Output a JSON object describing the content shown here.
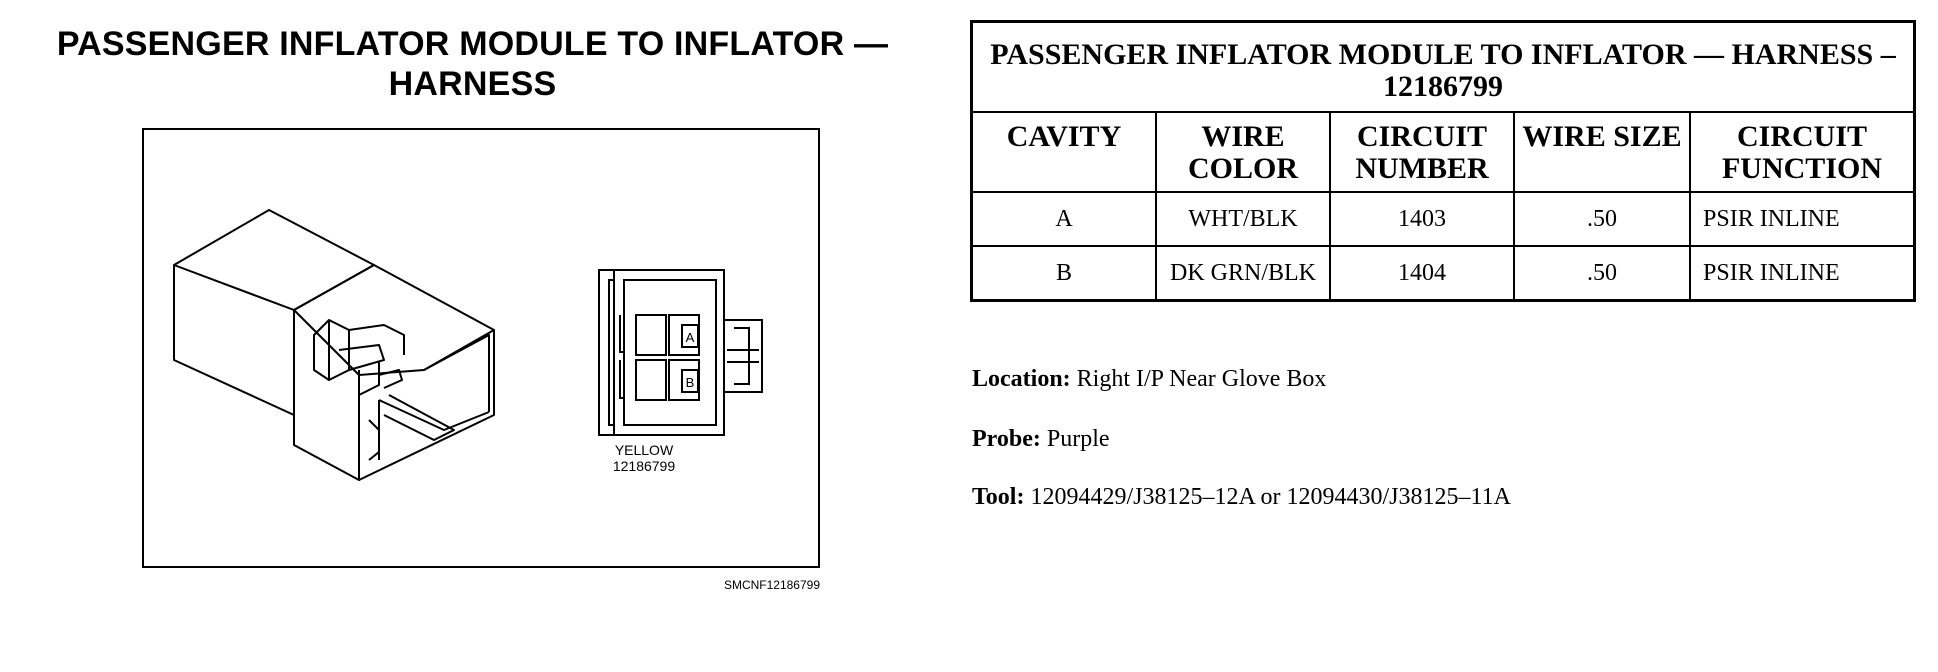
{
  "left_title": "PASSENGER INFLATOR MODULE TO INFLATOR — HARNESS",
  "figure": {
    "color_label": "YELLOW",
    "part_label": "12186799",
    "cavity_a": "A",
    "cavity_b": "B",
    "figure_code": "SMCNF12186799"
  },
  "table": {
    "title": "PASSENGER INFLATOR MODULE TO INFLATOR — HARNESS – 12186799",
    "columns": [
      "CAVITY",
      "WIRE COLOR",
      "CIRCUIT NUMBER",
      "WIRE SIZE",
      "CIRCUIT FUNCTION"
    ],
    "rows": [
      [
        "A",
        "WHT/BLK",
        "1403",
        ".50",
        "PSIR INLINE"
      ],
      [
        "B",
        "DK GRN/BLK",
        "1404",
        ".50",
        "PSIR INLINE"
      ]
    ]
  },
  "info": {
    "location_label": "Location:",
    "location_value": "Right I/P Near Glove Box",
    "probe_label": "Probe:",
    "probe_value": "Purple",
    "tool_label": "Tool:",
    "tool_value": "12094429/J38125–12A or 12094430/J38125–11A"
  }
}
